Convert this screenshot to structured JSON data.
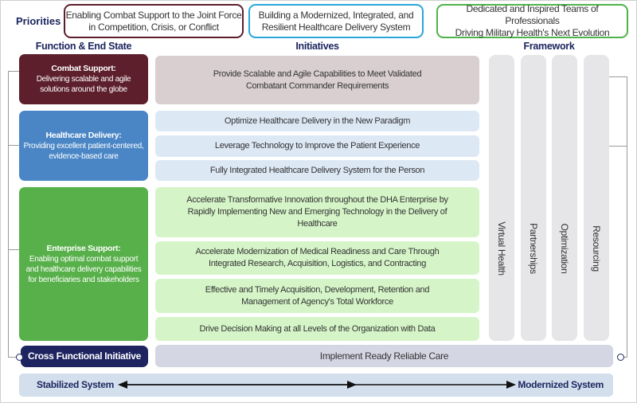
{
  "priorities": {
    "label": "Priorities",
    "items": [
      {
        "line1": "Enabling Combat Support to the Joint Force",
        "line2": "in Competition, Crisis, or Conflict",
        "color": "#5c1f2b"
      },
      {
        "line1": "Building a Modernized, Integrated, and",
        "line2": "Resilient Healthcare Delivery System",
        "color": "#2aa6d8"
      },
      {
        "line1": "Dedicated and Inspired Teams of Professionals",
        "line2": "Driving Military Health's Next Evolution",
        "color": "#4fb34a"
      }
    ]
  },
  "headers": {
    "function": "Function & End State",
    "initiatives": "Initiatives",
    "framework": "Framework"
  },
  "functions": [
    {
      "title": "Combat Support:",
      "desc": "Delivering scalable and agile solutions around the globe",
      "color": "#5c1f2b"
    },
    {
      "title": "Healthcare Delivery:",
      "desc": "Providing excellent patient-centered, evidence-based care",
      "color": "#4a86c5"
    },
    {
      "title": "Enterprise Support:",
      "desc": "Enabling optimal combat support and healthcare delivery capabilities for beneficiaries and stakeholders",
      "color": "#58b04a"
    },
    {
      "title": "Cross Functional Initiative",
      "color": "#1e2460"
    }
  ],
  "initiatives": {
    "combat": [
      "Provide Scalable and Agile Capabilities to Meet Validated Combatant Commander Requirements"
    ],
    "healthcare": [
      "Optimize Healthcare Delivery in the New Paradigm",
      "Leverage Technology to Improve the Patient Experience",
      "Fully Integrated Healthcare Delivery System for the Person"
    ],
    "enterprise": [
      "Accelerate Transformative Innovation throughout the DHA Enterprise by Rapidly Implementing New and Emerging Technology in the Delivery of Healthcare",
      "Accelerate Modernization of Medical Readiness and Care Through Integrated Research, Acquisition, Logistics, and Contracting",
      "Effective and Timely Acquisition, Development, Retention and Management of Agency's Total Workforce",
      "Drive Decision Making at all Levels of the Organization with Data"
    ],
    "cross": "Implement Ready Reliable Care"
  },
  "framework": [
    "Virtual Health",
    "Partnerships",
    "Optimization",
    "Resourcing"
  ],
  "spectrum": {
    "left": "Stabilized System",
    "right": "Modernized System"
  }
}
